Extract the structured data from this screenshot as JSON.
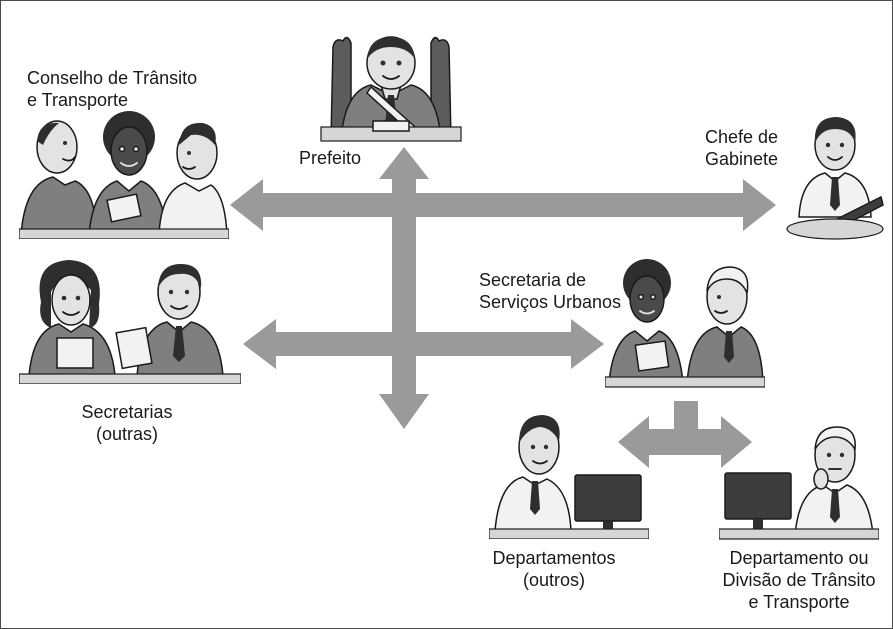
{
  "diagram": {
    "colors": {
      "arrow": "#9a9a9a",
      "suit": "#7f7f7f",
      "skin_light": "#e3e3e3",
      "skin_dark": "#3a3a3a",
      "outline": "#1a1a1a",
      "desk": "#d6d6d6",
      "monitor": "#3d3d3d"
    },
    "nodes": {
      "prefeito": {
        "label": "Prefeito",
        "icon": "mayor-icon"
      },
      "chefe_gabinete": {
        "label": "Chefe de\nGabinete",
        "icon": "chief-of-staff-icon"
      },
      "conselho": {
        "label": "Conselho de Trânsito\ne Transporte",
        "icon": "council-group-icon"
      },
      "secretarias": {
        "label": "Secretarias\n(outras)",
        "icon": "secretaries-icon"
      },
      "servicos_urbanos": {
        "label": "Secretaria de\nServiços Urbanos",
        "icon": "urban-services-icon"
      },
      "departamentos": {
        "label": "Departamentos\n(outros)",
        "icon": "departments-icon"
      },
      "div_transito": {
        "label": "Departamento ou\nDivisão de Trânsito\ne Transporte",
        "icon": "traffic-division-icon"
      }
    }
  }
}
